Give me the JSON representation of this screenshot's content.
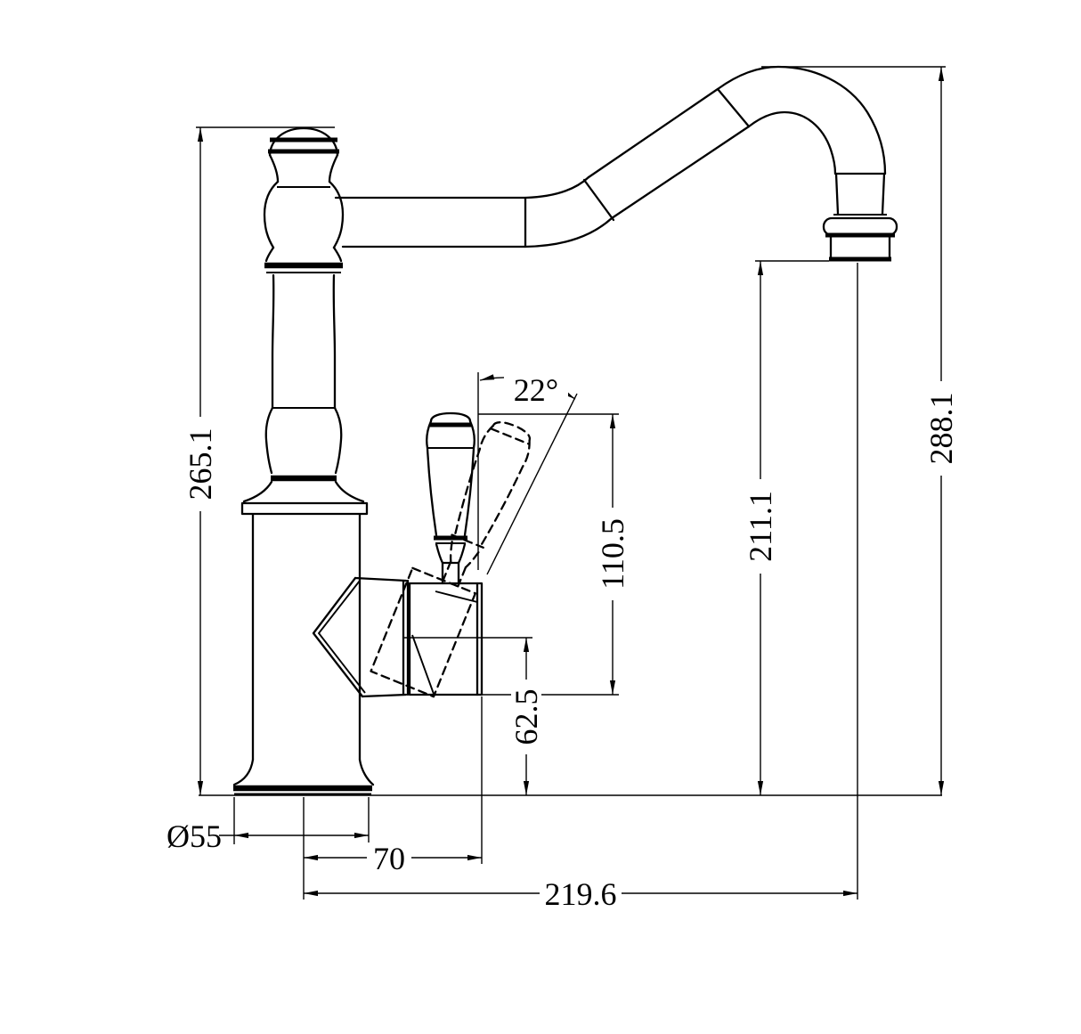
{
  "drawing": {
    "background_color": "#ffffff",
    "line_color": "#000000",
    "description": "kitchen-sink-mixer-tap-dimension-drawing",
    "dims": {
      "left_height": "265.1",
      "right_height": "288.1",
      "outlet_height": "211.1",
      "handle_height": "110.5",
      "valve_height": "62.5",
      "handle_angle": "22°",
      "base_diameter": "Ø55",
      "valve_offset": "70",
      "spout_reach": "219.6"
    }
  }
}
